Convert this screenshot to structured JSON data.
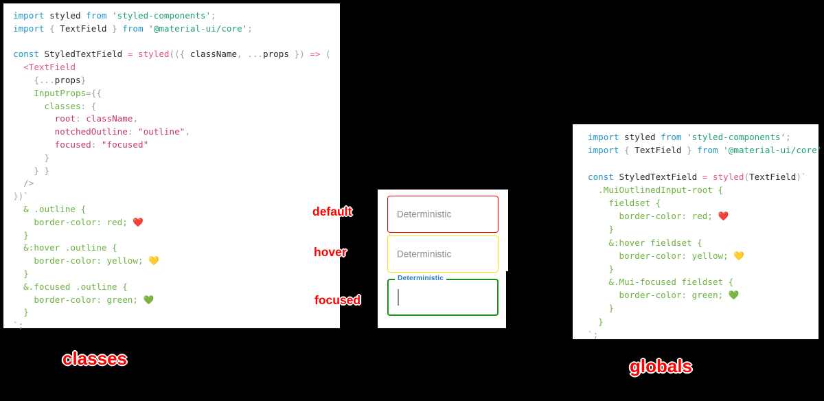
{
  "panels": {
    "classes": {
      "caption": "classes",
      "lines": [
        [
          {
            "t": "import ",
            "c": "t-kw"
          },
          {
            "t": "styled ",
            "c": "t-plain"
          },
          {
            "t": "from ",
            "c": "t-kw"
          },
          {
            "t": "'styled-components'",
            "c": "t-str"
          },
          {
            "t": ";",
            "c": "t-punct"
          }
        ],
        [
          {
            "t": "import ",
            "c": "t-kw"
          },
          {
            "t": "{ ",
            "c": "t-punct"
          },
          {
            "t": "TextField",
            "c": "t-plain"
          },
          {
            "t": " } ",
            "c": "t-punct"
          },
          {
            "t": "from ",
            "c": "t-kw"
          },
          {
            "t": "'@material-ui/core'",
            "c": "t-str"
          },
          {
            "t": ";",
            "c": "t-punct"
          }
        ],
        [],
        [
          {
            "t": "const ",
            "c": "t-kw"
          },
          {
            "t": "StyledTextField ",
            "c": "t-plain"
          },
          {
            "t": "= ",
            "c": "t-op"
          },
          {
            "t": "styled",
            "c": "t-fn"
          },
          {
            "t": "((",
            "c": "t-punct"
          },
          {
            "t": "{ ",
            "c": "t-punct"
          },
          {
            "t": "className",
            "c": "t-plain"
          },
          {
            "t": ", ",
            "c": "t-punct"
          },
          {
            "t": "...",
            "c": "t-punct"
          },
          {
            "t": "props",
            "c": "t-plain"
          },
          {
            "t": " }) ",
            "c": "t-punct"
          },
          {
            "t": "=> ",
            "c": "t-op"
          },
          {
            "t": "(",
            "c": "t-punct"
          }
        ],
        [
          {
            "t": "  <",
            "c": "t-tag"
          },
          {
            "t": "TextField",
            "c": "t-tag"
          }
        ],
        [
          {
            "t": "    {",
            "c": "t-punct"
          },
          {
            "t": "...",
            "c": "t-punct"
          },
          {
            "t": "props",
            "c": "t-plain"
          },
          {
            "t": "}",
            "c": "t-punct"
          }
        ],
        [
          {
            "t": "    ",
            "c": "t-plain"
          },
          {
            "t": "InputProps",
            "c": "t-css"
          },
          {
            "t": "={{",
            "c": "t-punct"
          }
        ],
        [
          {
            "t": "      ",
            "c": "t-plain"
          },
          {
            "t": "classes",
            "c": "t-css"
          },
          {
            "t": ": ",
            "c": "t-punct"
          },
          {
            "t": "{",
            "c": "t-punct"
          }
        ],
        [
          {
            "t": "        ",
            "c": "t-plain"
          },
          {
            "t": "root",
            "c": "t-prop"
          },
          {
            "t": ": ",
            "c": "t-punct"
          },
          {
            "t": "className",
            "c": "t-prop"
          },
          {
            "t": ",",
            "c": "t-punct"
          }
        ],
        [
          {
            "t": "        ",
            "c": "t-plain"
          },
          {
            "t": "notchedOutline",
            "c": "t-prop"
          },
          {
            "t": ": ",
            "c": "t-punct"
          },
          {
            "t": "\"outline\"",
            "c": "t-prop"
          },
          {
            "t": ",",
            "c": "t-punct"
          }
        ],
        [
          {
            "t": "        ",
            "c": "t-plain"
          },
          {
            "t": "focused",
            "c": "t-prop"
          },
          {
            "t": ": ",
            "c": "t-punct"
          },
          {
            "t": "\"focused\"",
            "c": "t-prop"
          }
        ],
        [
          {
            "t": "      }",
            "c": "t-punct"
          }
        ],
        [
          {
            "t": "    } }",
            "c": "t-punct"
          }
        ],
        [
          {
            "t": "  />",
            "c": "t-punct"
          }
        ],
        [
          {
            "t": "))`",
            "c": "t-punct"
          }
        ],
        [
          {
            "t": "  & .outline {",
            "c": "t-css"
          }
        ],
        [
          {
            "t": "    border-color: red; ",
            "c": "t-css"
          },
          {
            "t": "❤️",
            "c": "emoji"
          }
        ],
        [
          {
            "t": "  }",
            "c": "t-css"
          }
        ],
        [
          {
            "t": "  &:hover .outline {",
            "c": "t-css"
          }
        ],
        [
          {
            "t": "    border-color: yellow; ",
            "c": "t-css"
          },
          {
            "t": "💛",
            "c": "emoji"
          }
        ],
        [
          {
            "t": "  }",
            "c": "t-css"
          }
        ],
        [
          {
            "t": "  &.focused .outline {",
            "c": "t-css"
          }
        ],
        [
          {
            "t": "    border-color: green; ",
            "c": "t-css"
          },
          {
            "t": "💚",
            "c": "emoji"
          }
        ],
        [
          {
            "t": "  }",
            "c": "t-css"
          }
        ],
        [
          {
            "t": "`;",
            "c": "t-punct"
          }
        ]
      ]
    },
    "globals": {
      "caption": "globals",
      "lines": [
        [
          {
            "t": "import ",
            "c": "t-kw"
          },
          {
            "t": "styled ",
            "c": "t-plain"
          },
          {
            "t": "from ",
            "c": "t-kw"
          },
          {
            "t": "'styled-components'",
            "c": "t-str"
          },
          {
            "t": ";",
            "c": "t-punct"
          }
        ],
        [
          {
            "t": "import ",
            "c": "t-kw"
          },
          {
            "t": "{ ",
            "c": "t-punct"
          },
          {
            "t": "TextField",
            "c": "t-plain"
          },
          {
            "t": " } ",
            "c": "t-punct"
          },
          {
            "t": "from ",
            "c": "t-kw"
          },
          {
            "t": "'@material-ui/core'",
            "c": "t-str"
          },
          {
            "t": ";",
            "c": "t-punct"
          }
        ],
        [],
        [
          {
            "t": "const ",
            "c": "t-kw"
          },
          {
            "t": "StyledTextField ",
            "c": "t-plain"
          },
          {
            "t": "= ",
            "c": "t-op"
          },
          {
            "t": "styled",
            "c": "t-fn"
          },
          {
            "t": "(",
            "c": "t-punct"
          },
          {
            "t": "TextField",
            "c": "t-plain"
          },
          {
            "t": ")`",
            "c": "t-punct"
          }
        ],
        [
          {
            "t": "  .MuiOutlinedInput-root {",
            "c": "t-css"
          }
        ],
        [
          {
            "t": "    fieldset {",
            "c": "t-css"
          }
        ],
        [
          {
            "t": "      border-color: red; ",
            "c": "t-css"
          },
          {
            "t": "❤️",
            "c": "emoji"
          }
        ],
        [
          {
            "t": "    }",
            "c": "t-css"
          }
        ],
        [
          {
            "t": "    &:hover fieldset {",
            "c": "t-css"
          }
        ],
        [
          {
            "t": "      border-color: yellow; ",
            "c": "t-css"
          },
          {
            "t": "💛",
            "c": "emoji"
          }
        ],
        [
          {
            "t": "    }",
            "c": "t-css"
          }
        ],
        [
          {
            "t": "    &.Mui-focused fieldset {",
            "c": "t-css"
          }
        ],
        [
          {
            "t": "      border-color: green; ",
            "c": "t-css"
          },
          {
            "t": "💚",
            "c": "emoji"
          }
        ],
        [
          {
            "t": "    }",
            "c": "t-css"
          }
        ],
        [
          {
            "t": "  }",
            "c": "t-css"
          }
        ],
        [
          {
            "t": "`;",
            "c": "t-punct"
          }
        ]
      ]
    }
  },
  "demo": {
    "fields": {
      "default": {
        "placeholder": "Deterministic",
        "border_color": "#ff0000"
      },
      "hover": {
        "placeholder": "Deterministic",
        "border_color": "#f5e400"
      },
      "focused": {
        "legend": "Deterministic",
        "border_color": "#1a8f1a",
        "legend_color": "#2878d0",
        "value": ""
      }
    }
  },
  "annotations": {
    "default": "default",
    "hover": "hover",
    "focused": "focused",
    "classes": "classes",
    "globals": "globals",
    "accent": "#ff0000"
  }
}
